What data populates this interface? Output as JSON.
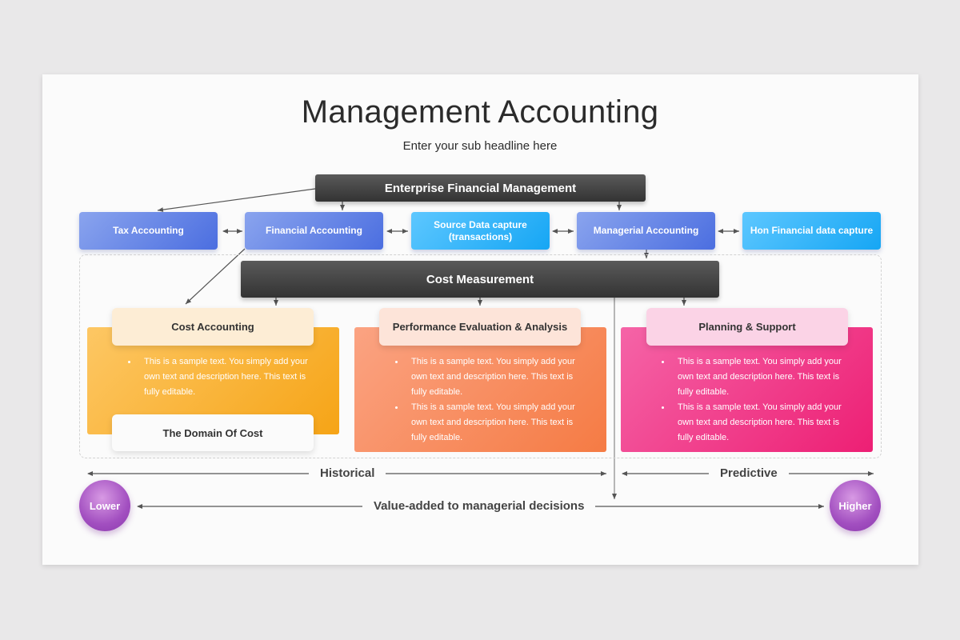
{
  "title": "Management Accounting",
  "subtitle": "Enter your sub headline here",
  "top_box": "Enterprise Financial Management",
  "row_boxes": {
    "tax": "Tax Accounting",
    "financial": "Financial Accounting",
    "source_line1": "Source Data capture",
    "source_line2": "(transactions)",
    "managerial": "Managerial Accounting",
    "hon": "Hon Financial data capture"
  },
  "cost_measurement": "Cost Measurement",
  "cards": {
    "cost_accounting": {
      "title": "Cost Accounting",
      "bullets": [
        "This is a sample text. You simply add your own text and description here. This text is fully editable."
      ],
      "footer": "The Domain Of Cost"
    },
    "performance": {
      "title": "Performance Evaluation & Analysis",
      "bullets": [
        "This is a sample text. You simply add your own text and description here. This text is fully editable.",
        "This is a sample text. You simply add your own text and description here. This text is fully editable."
      ]
    },
    "planning": {
      "title": "Planning & Support",
      "bullets": [
        "This is a sample text. You simply add your own text and description here. This text is fully editable.",
        "This is a sample text. You simply add your own text and description here. This text is fully editable."
      ]
    }
  },
  "scale": {
    "historical": "Historical",
    "predictive": "Predictive",
    "value_added": "Value-added to managerial decisions",
    "lower": "Lower",
    "higher": "Higher"
  },
  "colors": {
    "dark_box": "#3a3a3a",
    "indigo": "#5a7be4",
    "cyan": "#1fadf6",
    "orange": "#f8ab24",
    "coral": "#f7864f",
    "pink": "#ef2b7c",
    "purple": "#a24fc0"
  }
}
